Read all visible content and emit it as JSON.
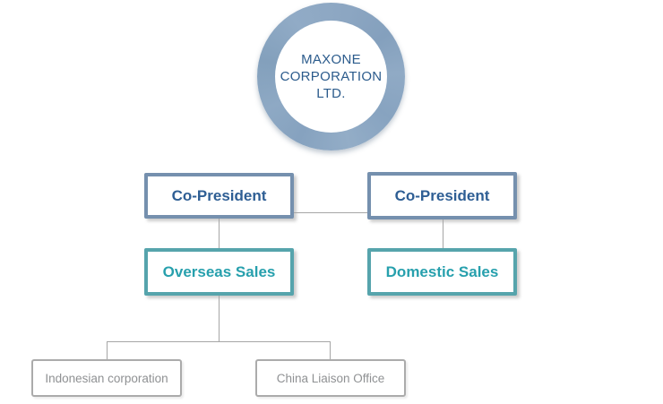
{
  "org_chart": {
    "company": {
      "line1": "MAXONE",
      "line2": "CORPORATION",
      "line3": "LTD."
    },
    "nodes": {
      "co_president_left": "Co-President",
      "co_president_right": "Co-President",
      "overseas_sales": "Overseas Sales",
      "domestic_sales": "Domestic Sales",
      "indonesian_corporation": "Indonesian corporation",
      "china_liaison_office": "China Liaison Office"
    },
    "colors": {
      "ring-blue": "#8ca6c2",
      "dark-blue-text": "#2b5b8c",
      "steel-border": "#7590ae",
      "steel-text": "#2e5e94",
      "teal-border": "#56a4ac",
      "teal-text": "#27a0ad",
      "gray-border": "#ababab",
      "gray-text": "#8f9193",
      "connector": "#a6a6a6"
    }
  }
}
